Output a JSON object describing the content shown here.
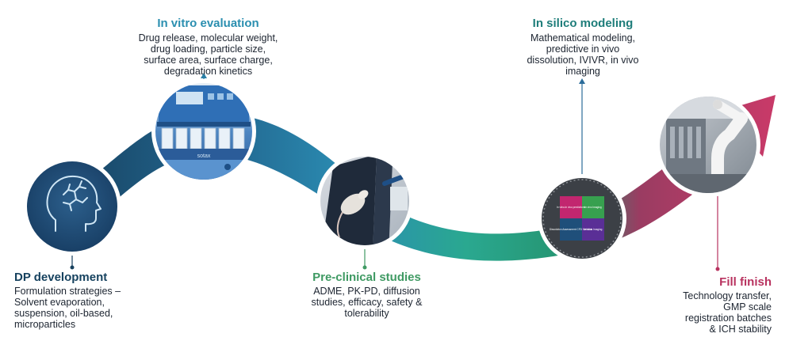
{
  "stages": {
    "dp_development": {
      "title": "DP development",
      "description": "Formulation strategies –\nSolvent evaporation,\nsuspension, oil-based,\nmicroparticles"
    },
    "in_vitro": {
      "title": "In vitro evaluation",
      "description": "Drug release, molecular weight,\ndrug loading, particle size,\nsurface area, surface charge,\ndegradation kinetics"
    },
    "pre_clinical": {
      "title": "Pre-clinical studies",
      "description": "ADME, PK-PD, diffusion\nstudies, efficacy, safety &\ntolerability"
    },
    "in_silico": {
      "title": "In silico modeling",
      "description": "Mathematical modeling,\npredictive in vivo\ndissolution, IVIVR, in vivo\nimaging",
      "quadrants": [
        "In vitro-In vivo predictions",
        "In vivo Imaging",
        "Dissolution Assessment CFD Methods",
        "In silico Imaging"
      ]
    },
    "fill_finish": {
      "title": "Fill finish",
      "description": "Technology transfer,\nGMP scale\nregistration batches\n& ICH stability"
    }
  },
  "device_brand": "sotax",
  "colors": {
    "arrow_start": "#17405e",
    "arrow_mid1": "#2b7fa6",
    "arrow_mid2": "#28a694",
    "arrow_end": "#c73a68",
    "title_invitro": "#2b8fb0",
    "title_insilico": "#1e7d7a",
    "title_dp": "#16425f",
    "title_preclin": "#3f9a63",
    "title_fill": "#b8325f",
    "quad_1": "#c2266f",
    "quad_2": "#37a04f",
    "quad_3": "#1f4f7a",
    "quad_4": "#5a2f96"
  }
}
